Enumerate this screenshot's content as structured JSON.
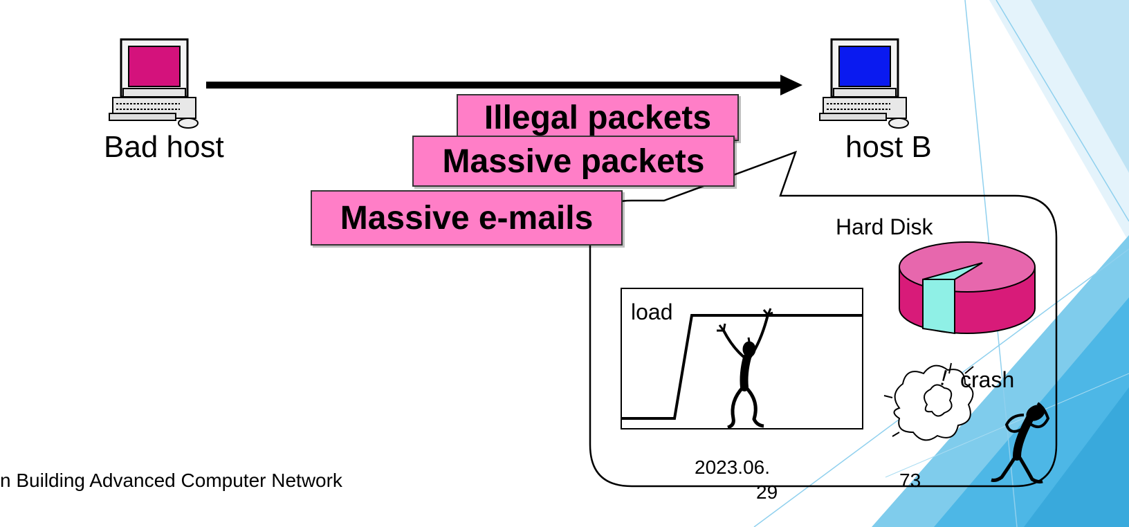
{
  "hosts": {
    "bad_host": "Bad host",
    "host_b": "host B"
  },
  "packets": {
    "illegal": "Illegal packets",
    "massive_packets": "Massive packets",
    "massive_emails": "Massive e-mails"
  },
  "callout": {
    "hard_disk": "Hard Disk",
    "load": "load",
    "crash": "crash",
    "crash_mark": "!"
  },
  "footer": {
    "course_title": "n Building Advanced Computer Network",
    "date_line1": "2023.06.",
    "date_line2": "29",
    "page_number": "73"
  },
  "colors": {
    "packet_fill": "#ff7ec7",
    "bad_screen": "#d4127c",
    "good_screen": "#0a1af0",
    "disk_magenta": "#d81b79",
    "disk_top": "#e767ad",
    "disk_cyan": "#8ff0e6",
    "accent_blue": "#4db7e6"
  }
}
